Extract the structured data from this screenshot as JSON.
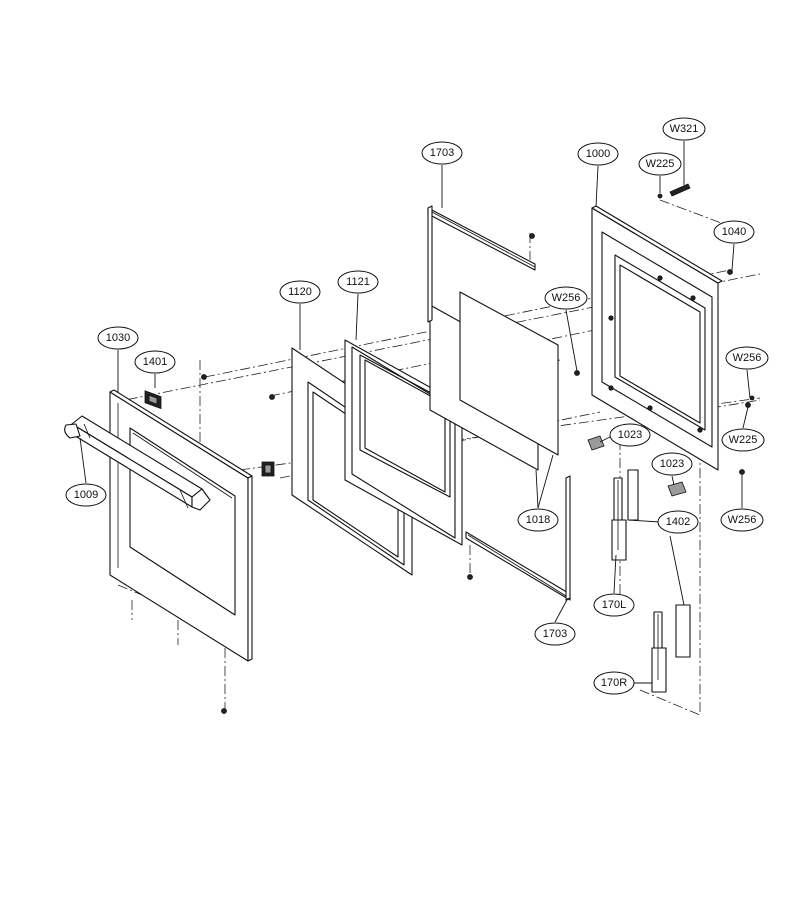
{
  "callouts": [
    {
      "id": "c1703a",
      "label": "1703"
    },
    {
      "id": "c1000",
      "label": "1000"
    },
    {
      "id": "cW321",
      "label": "W321"
    },
    {
      "id": "cW225a",
      "label": "W225"
    },
    {
      "id": "c1040",
      "label": "1040"
    },
    {
      "id": "c1120",
      "label": "1120"
    },
    {
      "id": "c1121",
      "label": "1121"
    },
    {
      "id": "cW256a",
      "label": "W256"
    },
    {
      "id": "c1030",
      "label": "1030"
    },
    {
      "id": "c1401",
      "label": "1401"
    },
    {
      "id": "cW256b",
      "label": "W256"
    },
    {
      "id": "cW225b",
      "label": "W225"
    },
    {
      "id": "c1023a",
      "label": "1023"
    },
    {
      "id": "c1023b",
      "label": "1023"
    },
    {
      "id": "c1009",
      "label": "1009"
    },
    {
      "id": "c1018",
      "label": "1018"
    },
    {
      "id": "c1402",
      "label": "1402"
    },
    {
      "id": "cW256c",
      "label": "W256"
    },
    {
      "id": "c170L",
      "label": "170L"
    },
    {
      "id": "c1703b",
      "label": "1703"
    },
    {
      "id": "c170R",
      "label": "170R"
    }
  ]
}
